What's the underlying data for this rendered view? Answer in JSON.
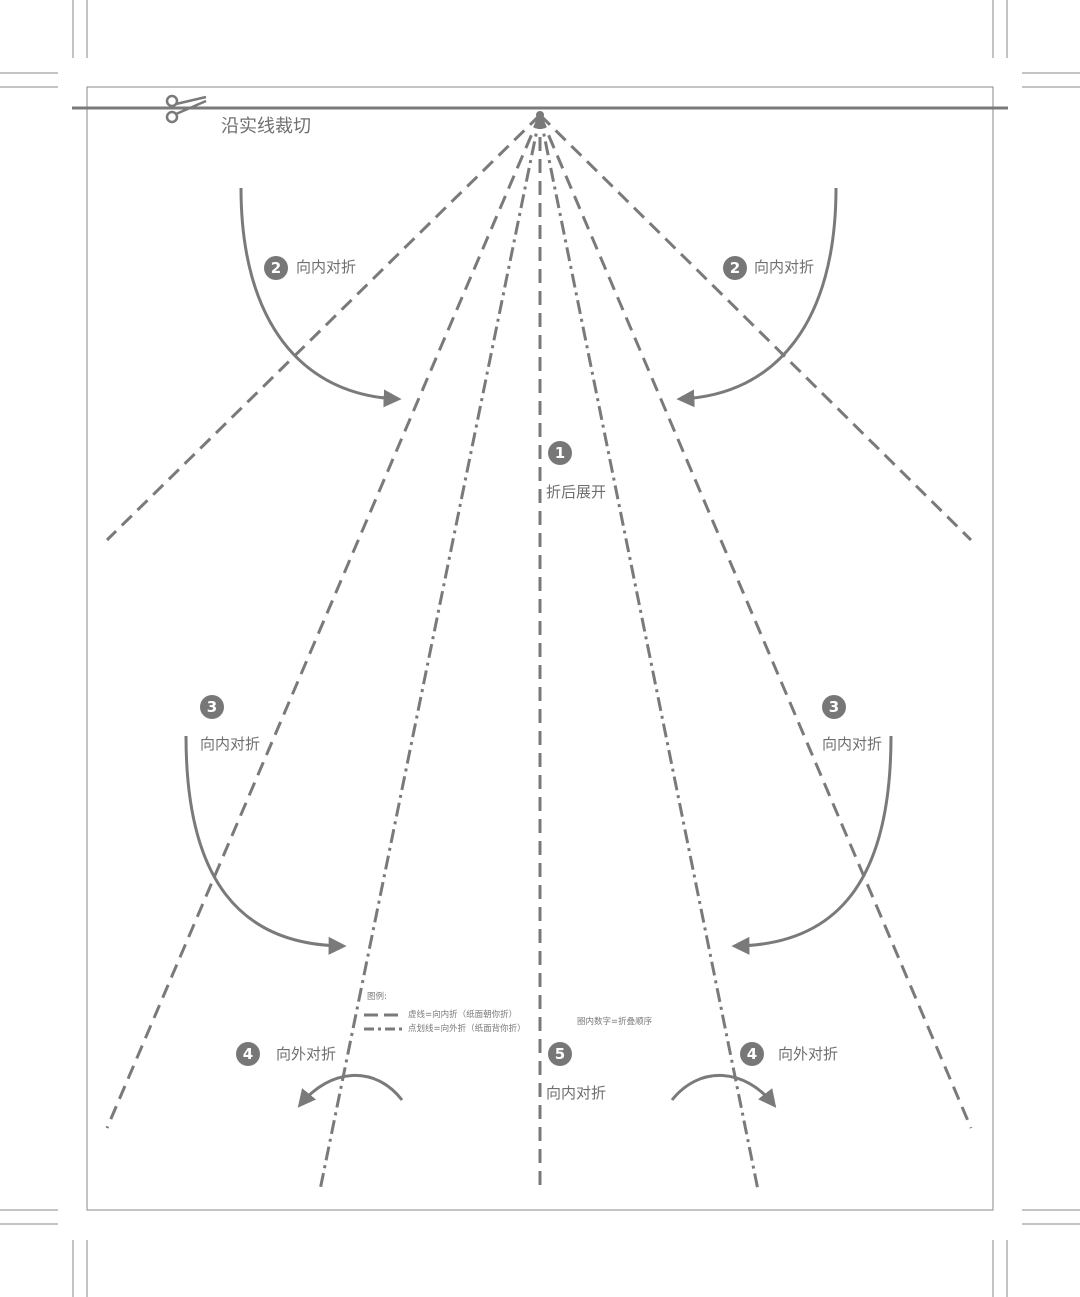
{
  "cut_instruction": "沿实线裁切",
  "steps": {
    "s1": {
      "number": "1",
      "label": "折后展开"
    },
    "s2": {
      "number": "2",
      "label": "向内对折"
    },
    "s3": {
      "number": "3",
      "label": "向内对折"
    },
    "s4": {
      "number": "4",
      "label": "向外对折"
    },
    "s5": {
      "number": "5",
      "label": "向内对折"
    }
  },
  "legend": {
    "title": "图例:",
    "dashed": "虚线=向内折（纸面朝你折）",
    "dashdot": "点划线=向外折（纸面背你折）",
    "order_note": "圈内数字=折叠顺序"
  },
  "colors": {
    "line": "#7a7a7a",
    "frame": "#8a8a8a",
    "badge": "#777777"
  },
  "icons": {
    "cut": "scissors-icon"
  }
}
